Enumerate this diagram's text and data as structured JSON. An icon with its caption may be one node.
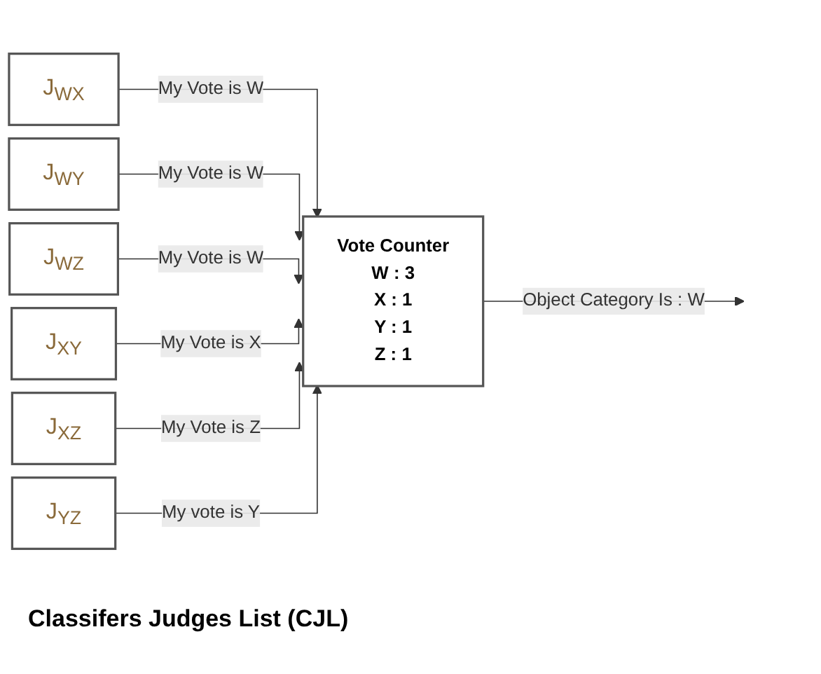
{
  "diagram": {
    "nodes": [
      {
        "text": [
          "J$_{WX}$"
        ]
      },
      {
        "text": [
          "J$_{WY}$"
        ]
      },
      {
        "text": [
          "J$_{WZ}$"
        ]
      },
      {
        "text": [
          "J$_{XY}$"
        ]
      },
      {
        "text": [
          "J$_{XZ}$"
        ]
      },
      {
        "text": [
          "J$_{YZ}$"
        ]
      },
      {
        "text": [
          "Vote Counter",
          "W : 3",
          "X : 1",
          "Y : 1",
          "Z : 1"
        ]
      }
    ],
    "edges": [
      {
        "from": 0,
        "to": 6,
        "arrow": "to",
        "label": "My Vote is W"
      },
      {
        "from": 1,
        "to": 6,
        "arrow": "to",
        "label": "My Vote is W"
      },
      {
        "from": 2,
        "to": 6,
        "arrow": "to",
        "label": "My Vote is W"
      },
      {
        "from": 3,
        "to": 6,
        "arrow": "to",
        "label": "My Vote is X"
      },
      {
        "from": 4,
        "to": 6,
        "arrow": "to",
        "label": "My Vote is Z"
      },
      {
        "from": 5,
        "to": 6,
        "arrow": "to",
        "label": "My vote is Y"
      },
      {
        "from": 6,
        "to": null,
        "arrow": "to",
        "label": "Object Category Is : W"
      }
    ],
    "labels": [
      "Classifers Judges List (CJL)"
    ]
  }
}
